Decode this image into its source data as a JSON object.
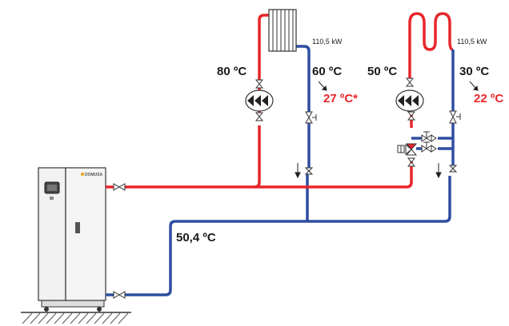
{
  "circuits": [
    {
      "id": "radiator",
      "supply_temp": "80 ºC",
      "return_temp": "60 ºC",
      "return_temp_alt": "27 ºC*",
      "power": "110,5 kW"
    },
    {
      "id": "floor",
      "supply_temp": "50 ºC",
      "return_temp": "30 ºC",
      "return_temp_alt": "22 ºC",
      "power": "110,5 kW"
    }
  ],
  "main_return_temp": "50,4 ºC",
  "boiler": {
    "brand": "DOMUSA"
  },
  "colors": {
    "supply": "#e8262a",
    "return": "#2e4ea1",
    "highlight_text": "#e8262a",
    "text": "#1a1a1a",
    "boiler_body": "#f2f2f2",
    "boiler_outline": "#333333"
  },
  "icons": [
    "radiator-icon",
    "floor-heating-coil-icon",
    "pump-icon",
    "valve-icon",
    "boiler-icon",
    "ground-hatch-icon"
  ]
}
